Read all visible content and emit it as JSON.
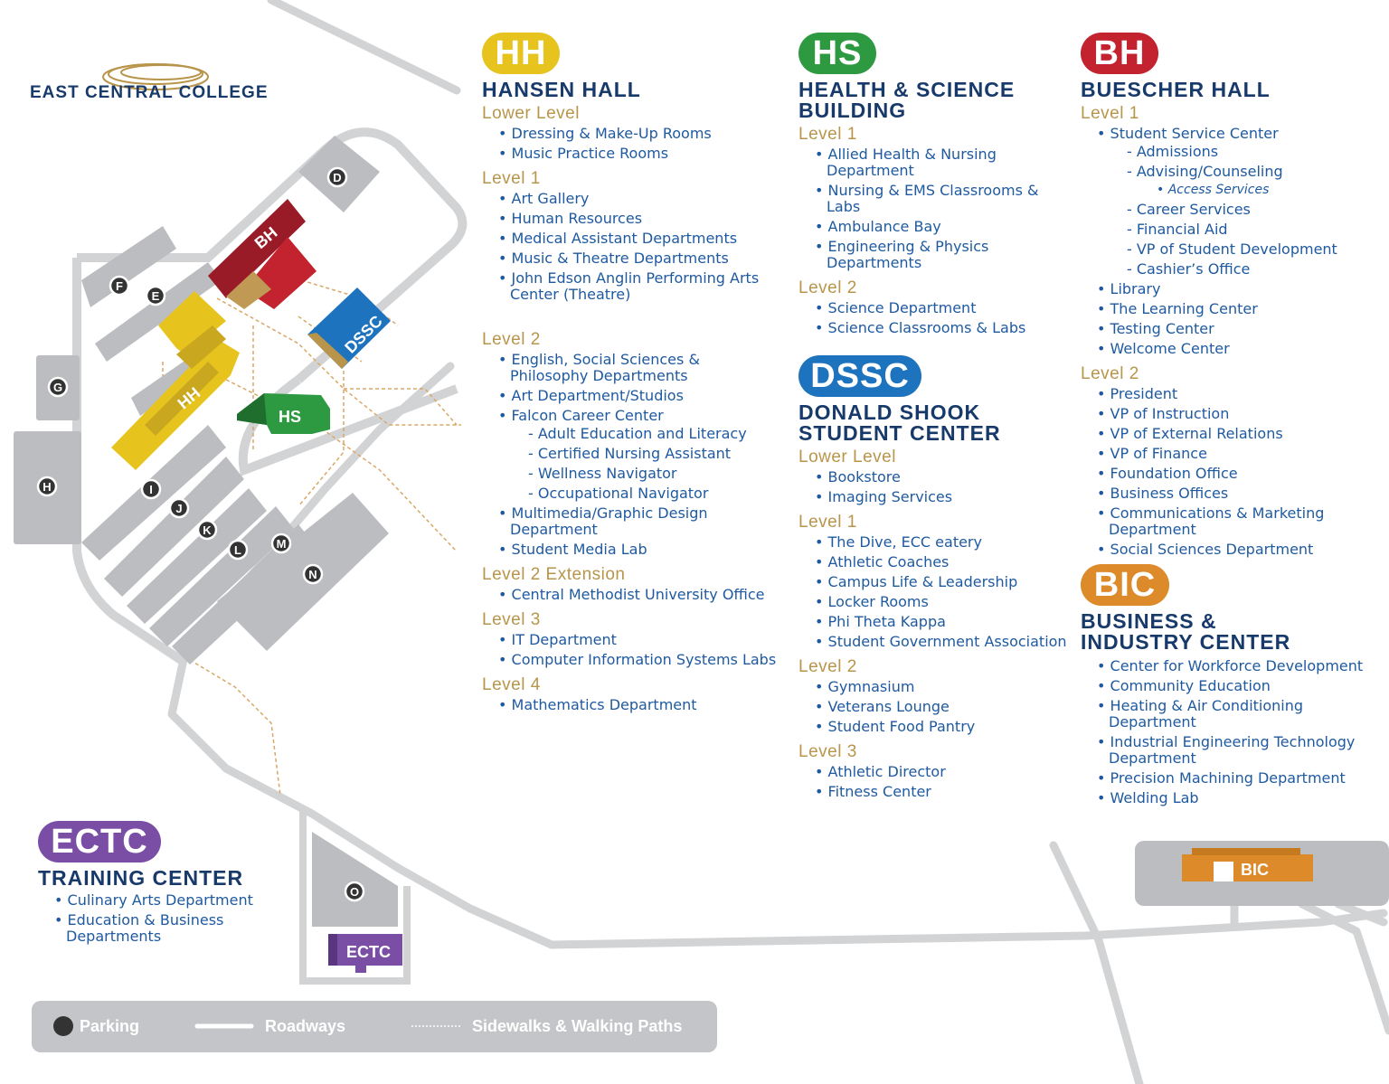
{
  "logo": {
    "name": "East Central College"
  },
  "parking_lots": [
    "D",
    "E",
    "F",
    "G",
    "H",
    "I",
    "J",
    "K",
    "L",
    "M",
    "N",
    "O"
  ],
  "map_labels": {
    "bh": "BH",
    "hh": "HH",
    "hs": "HS",
    "dssc": "DSSC",
    "ectc": "ECTC",
    "bic": "BIC"
  },
  "colors": {
    "hh": "#e7c31d",
    "hs": "#2d9940",
    "bh": "#c3222f",
    "dssc": "#1e73be",
    "bic": "#dc8a2a",
    "ectc": "#7b4ea6",
    "title": "#173a6b",
    "level": "#b8954a",
    "item": "#1f5aa0",
    "road": "#d2d3d5",
    "path": "#d4a060"
  },
  "legend": {
    "parking": "Parking",
    "roadways": "Roadways",
    "sidewalks": "Sidewalks & Walking Paths"
  },
  "buildings": {
    "hh": {
      "badge": "HH",
      "title": "HANSEN HALL",
      "levels": [
        {
          "name": "Lower Level",
          "items": [
            {
              "text": "Dressing & Make-Up Rooms"
            },
            {
              "text": "Music Practice Rooms"
            }
          ]
        },
        {
          "name": "Level 1",
          "items": [
            {
              "text": "Art Gallery"
            },
            {
              "text": "Human Resources"
            },
            {
              "text": "Medical Assistant Departments"
            },
            {
              "text": "Music & Theatre Departments"
            },
            {
              "text": "John Edson Anglin Performing Arts Center (Theatre)"
            }
          ]
        },
        {
          "name": "Level 2",
          "items": [
            {
              "text": "English, Social Sciences & Philosophy Departments"
            },
            {
              "text": "Art Department/Studios"
            },
            {
              "text": "Falcon Career Center",
              "sub": [
                {
                  "text": "Adult Education and Literacy"
                },
                {
                  "text": "Certified Nursing Assistant"
                },
                {
                  "text": "Wellness Navigator"
                },
                {
                  "text": "Occupational Navigator"
                }
              ]
            },
            {
              "text": "Multimedia/Graphic Design Department"
            },
            {
              "text": "Student Media Lab"
            }
          ]
        },
        {
          "name": "Level 2 Extension",
          "items": [
            {
              "text": "Central Methodist University Office"
            }
          ]
        },
        {
          "name": "Level 3",
          "items": [
            {
              "text": "IT Department"
            },
            {
              "text": "Computer Information Systems Labs"
            }
          ]
        },
        {
          "name": "Level 4",
          "items": [
            {
              "text": "Mathematics Department"
            }
          ]
        }
      ]
    },
    "hs": {
      "badge": "HS",
      "title": "HEALTH & SCIENCE BUILDING",
      "levels": [
        {
          "name": "Level 1",
          "items": [
            {
              "text": "Allied Health & Nursing Department"
            },
            {
              "text": "Nursing & EMS Classrooms & Labs"
            },
            {
              "text": "Ambulance Bay"
            },
            {
              "text": "Engineering & Physics Departments"
            }
          ]
        },
        {
          "name": "Level 2",
          "items": [
            {
              "text": "Science Department"
            },
            {
              "text": "Science Classrooms & Labs"
            }
          ]
        }
      ]
    },
    "dssc": {
      "badge": "DSSC",
      "title": "DONALD SHOOK STUDENT CENTER",
      "levels": [
        {
          "name": "Lower Level",
          "items": [
            {
              "text": "Bookstore"
            },
            {
              "text": "Imaging Services"
            }
          ]
        },
        {
          "name": "Level 1",
          "items": [
            {
              "text": "The Dive, ECC eatery"
            },
            {
              "text": "Athletic Coaches"
            },
            {
              "text": "Campus Life & Leadership"
            },
            {
              "text": "Locker Rooms"
            },
            {
              "text": "Phi Theta Kappa"
            },
            {
              "text": "Student Government Association"
            }
          ]
        },
        {
          "name": "Level 2",
          "items": [
            {
              "text": "Gymnasium"
            },
            {
              "text": "Veterans Lounge"
            },
            {
              "text": "Student Food Pantry"
            }
          ]
        },
        {
          "name": "Level 3",
          "items": [
            {
              "text": "Athletic Director"
            },
            {
              "text": "Fitness Center"
            }
          ]
        }
      ]
    },
    "bh": {
      "badge": "BH",
      "title": "BUESCHER HALL",
      "levels": [
        {
          "name": "Level 1",
          "items": [
            {
              "text": "Student Service Center",
              "sub": [
                {
                  "text": "Admissions"
                },
                {
                  "text": "Advising/Counseling",
                  "sub": [
                    {
                      "text": "Access Services"
                    }
                  ]
                },
                {
                  "text": "Career Services"
                },
                {
                  "text": "Financial Aid"
                },
                {
                  "text": "VP of Student Development"
                },
                {
                  "text": "Cashier’s Office"
                }
              ]
            },
            {
              "text": "Library"
            },
            {
              "text": "The Learning Center"
            },
            {
              "text": "Testing Center"
            },
            {
              "text": "Welcome Center"
            }
          ]
        },
        {
          "name": "Level 2",
          "items": [
            {
              "text": "President"
            },
            {
              "text": "VP of Instruction"
            },
            {
              "text": "VP of External Relations"
            },
            {
              "text": "VP of Finance"
            },
            {
              "text": "Foundation Office"
            },
            {
              "text": "Business Offices"
            },
            {
              "text": "Communications & Marketing Department"
            },
            {
              "text": "Social Sciences Department"
            }
          ]
        }
      ]
    },
    "bic": {
      "badge": "BIC",
      "title": "BUSINESS & INDUSTRY CENTER",
      "levels": [
        {
          "name": "",
          "items": [
            {
              "text": "Center for Workforce Development"
            },
            {
              "text": "Community Education"
            },
            {
              "text": "Heating & Air Conditioning Department"
            },
            {
              "text": "Industrial Engineering Technology Department"
            },
            {
              "text": "Precision Machining Department"
            },
            {
              "text": "Welding Lab"
            }
          ]
        }
      ]
    },
    "ectc": {
      "badge": "ECTC",
      "title": "TRAINING CENTER",
      "levels": [
        {
          "name": "",
          "items": [
            {
              "text": "Culinary Arts Department"
            },
            {
              "text": "Education & Business Departments"
            }
          ]
        }
      ]
    }
  }
}
